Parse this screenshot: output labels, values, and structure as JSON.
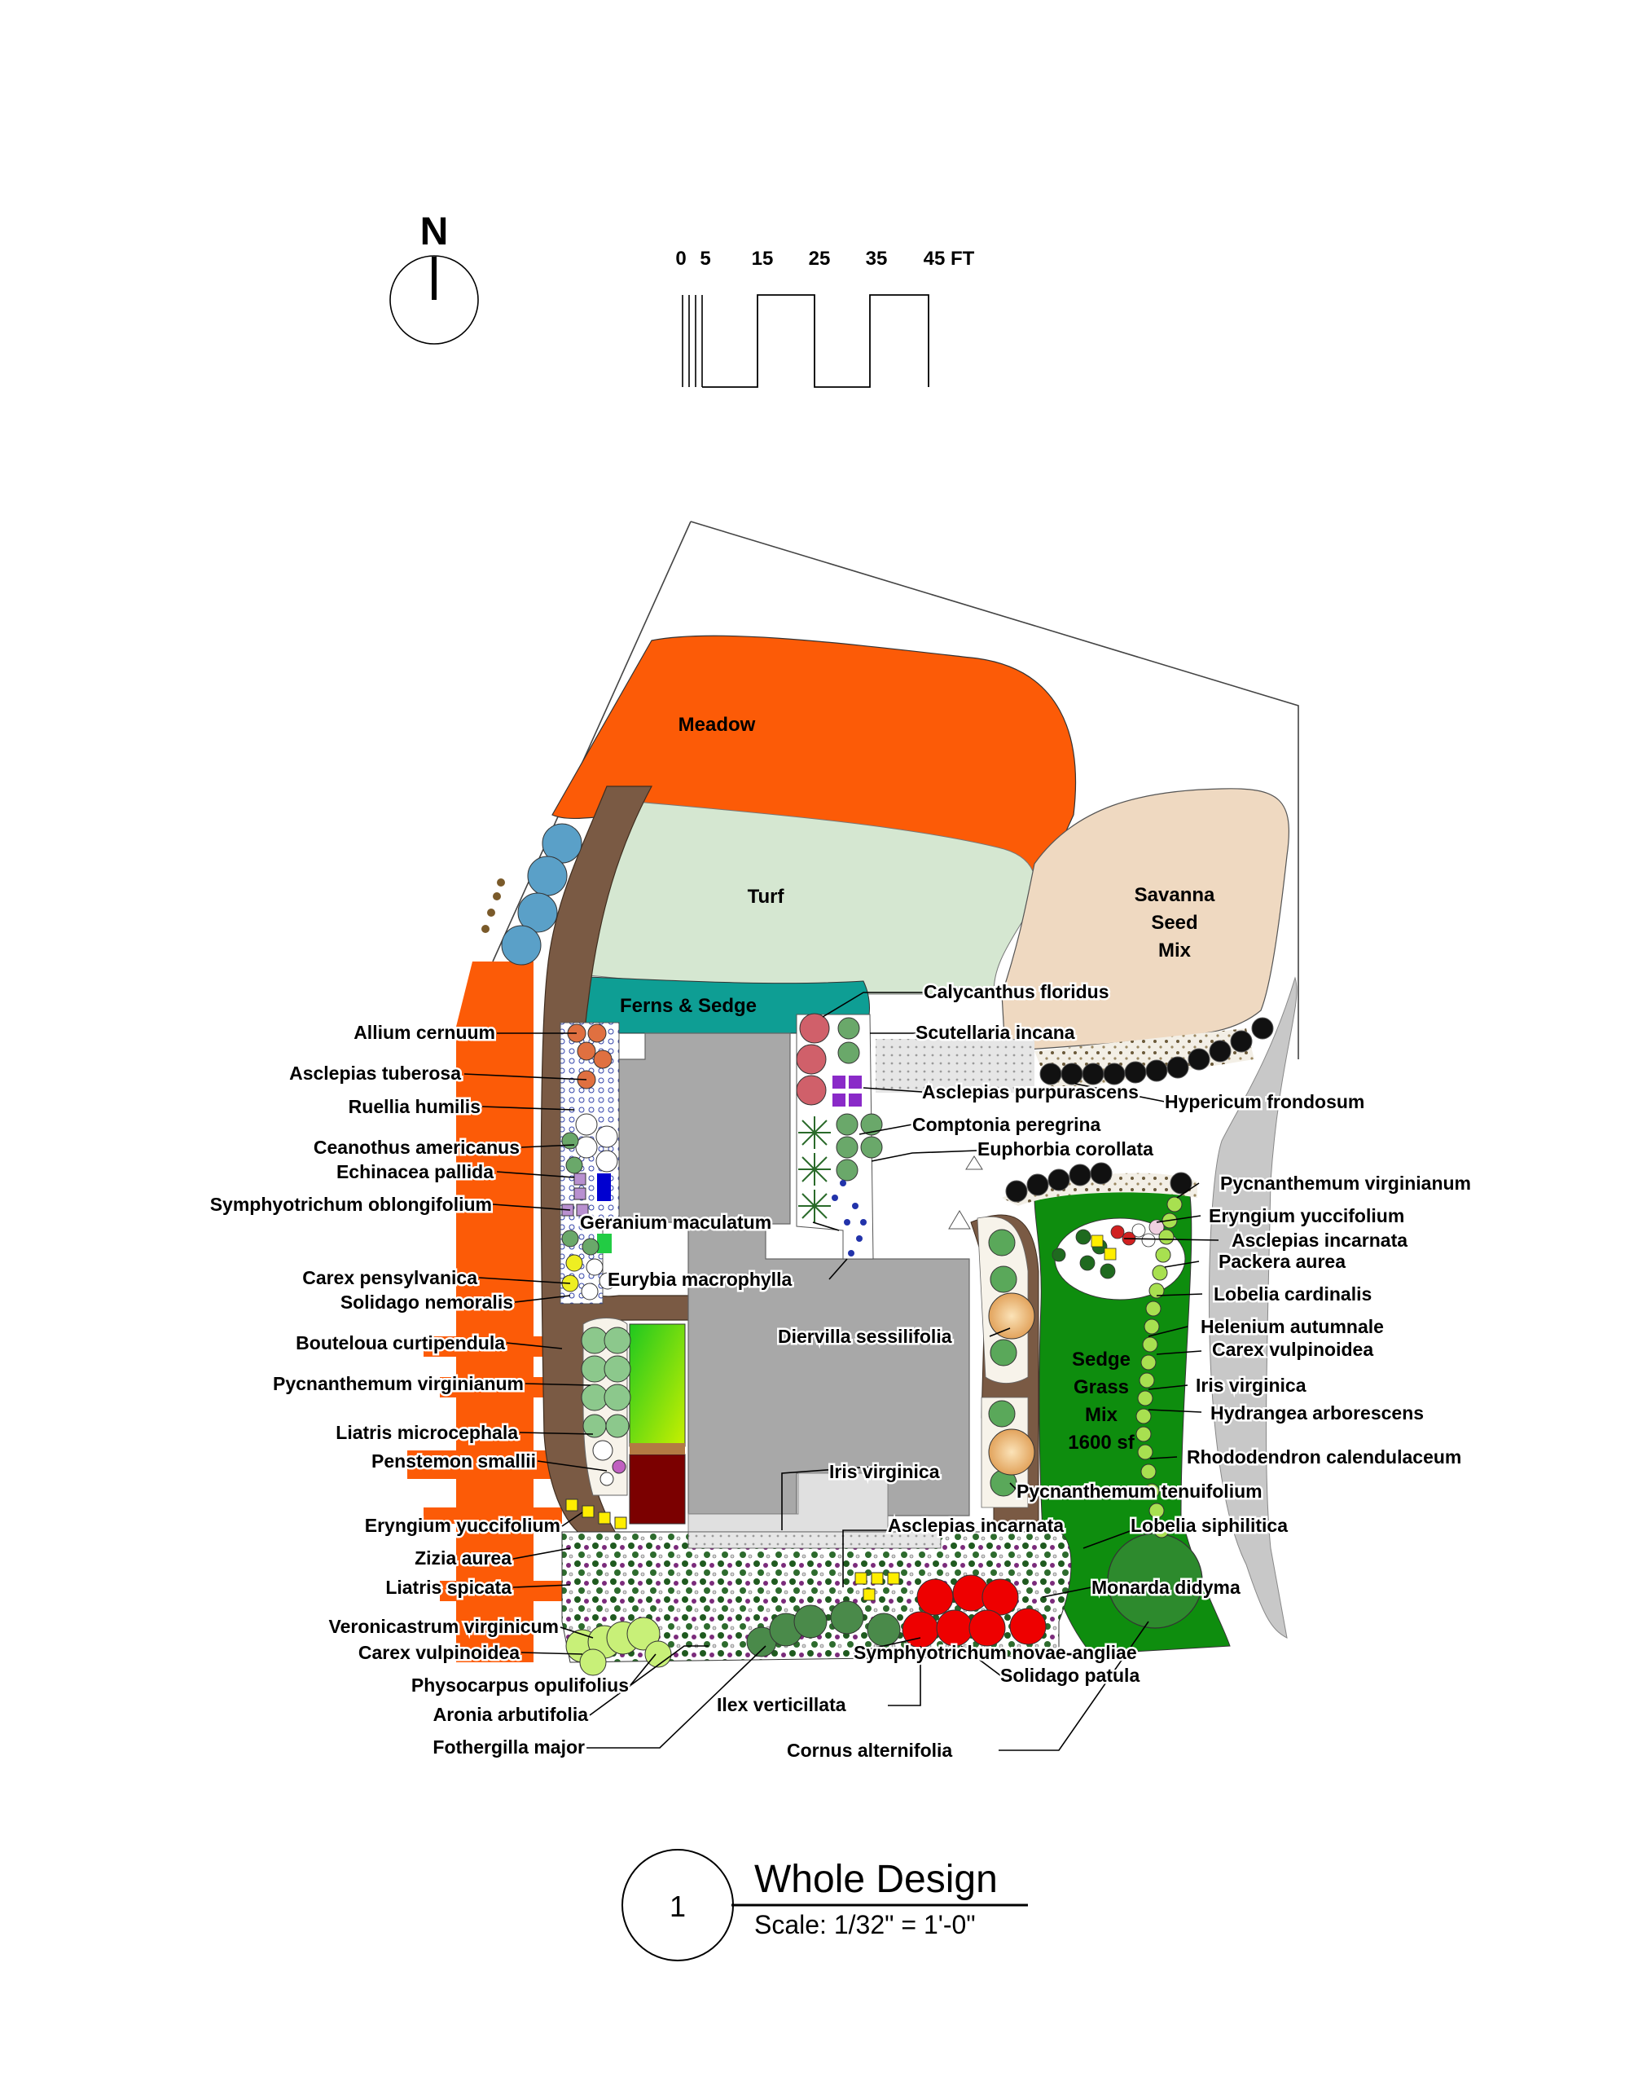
{
  "north": {
    "letter": "N"
  },
  "scale_bar": {
    "ticks": [
      "0",
      "5",
      "15",
      "25",
      "35",
      "45 FT"
    ]
  },
  "zones": {
    "meadow": "Meadow",
    "turf": "Turf",
    "savanna": [
      "Savanna",
      "Seed",
      "Mix"
    ],
    "ferns": "Ferns & Sedge",
    "sedge": [
      "Sedge",
      "Grass",
      "Mix",
      "1600 sf"
    ]
  },
  "labels": [
    "Calycanthus floridus",
    "Scutellaria incana",
    "Asclepias purpurascens",
    "Hypericum frondosum",
    "Comptonia peregrina",
    "Euphorbia corollata",
    "Allium cernuum",
    "Asclepias tuberosa",
    "Ruellia humilis",
    "Ceanothus americanus",
    "Echinacea pallida",
    "Symphyotrichum oblongifolium",
    "Geranium maculatum",
    "Carex pensylvanica",
    "Eurybia macrophylla",
    "Solidago nemoralis",
    "Bouteloua curtipendula",
    "Diervilla sessilifolia",
    "Pycnanthemum virginianum",
    "Liatris microcephala",
    "Penstemon smallii",
    "Pycnanthemum virginianum",
    "Eryngium yuccifolium",
    "Asclepias incarnata",
    "Packera aurea",
    "Lobelia cardinalis",
    "Helenium autumnale",
    "Carex vulpinoidea",
    "Iris virginica",
    "Hydrangea arborescens",
    "Rhododendron calendulaceum",
    "Iris virginica",
    "Pycnanthemum tenuifolium",
    "Asclepias incarnata",
    "Lobelia siphilitica",
    "Eryngium yuccifolium",
    "Zizia aurea",
    "Liatris spicata",
    "Monarda didyma",
    "Veronicastrum virginicum",
    "Carex vulpinoidea",
    "Symphyotrichum novae-angliae",
    "Solidago patula",
    "Physocarpus opulifolius",
    "Aronia arbutifolia",
    "Ilex verticillata",
    "Fothergilla major",
    "Cornus alternifolia"
  ],
  "title_block": {
    "number": "1",
    "title": "Whole Design",
    "scale": "Scale: 1/32\" = 1'-0\""
  }
}
